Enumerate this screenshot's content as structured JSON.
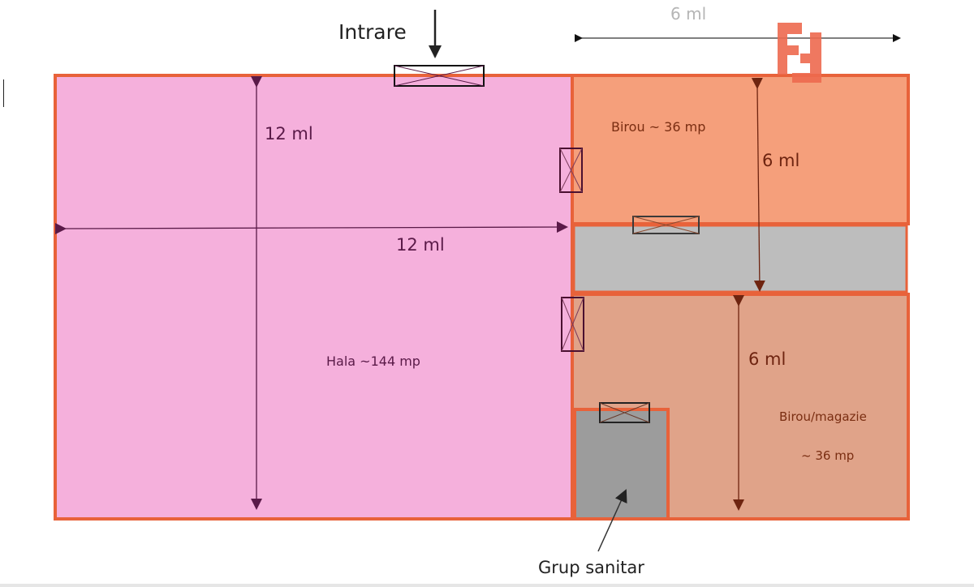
{
  "diagram": {
    "type": "floor-plan",
    "entrance_label": "Intrare",
    "top_dimension_label": "6 ml",
    "rooms": [
      {
        "id": "hala",
        "label": "Hala ~144 mp",
        "fill": "#f5b0dc"
      },
      {
        "id": "birou",
        "label": "Birou ~ 36 mp",
        "fill": "#f59f7b"
      },
      {
        "id": "hol",
        "label": "",
        "fill": "#bdbdbd"
      },
      {
        "id": "birou_magazie",
        "label_line1": "Birou/magazie",
        "label_line2": "~ 36 mp",
        "fill": "#e0a389"
      },
      {
        "id": "grup_sanitar",
        "label": "Grup sanitar",
        "fill": "#9c9c9c"
      }
    ],
    "dimensions": {
      "hala_height": "12 ml",
      "hala_width": "12 ml",
      "birou_height": "6 ml",
      "birou_magazie_height": "6 ml"
    },
    "colors": {
      "wall": "#e8623a",
      "hala_text": "#5a1a48",
      "office_text": "#7a2e12",
      "logo": "#ee6a4f",
      "dim_gray": "#b5b5b5"
    },
    "logo_icon": "ff-logo-icon"
  }
}
